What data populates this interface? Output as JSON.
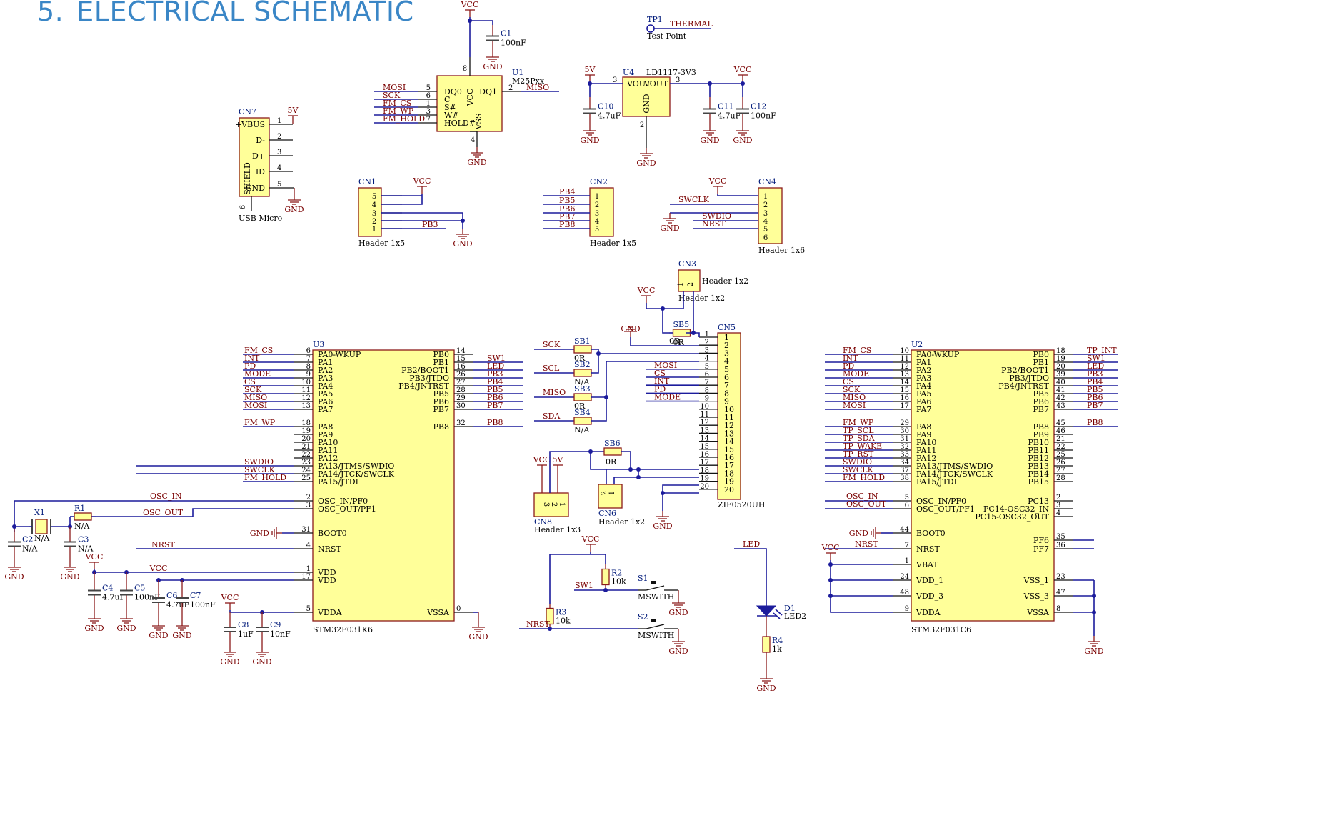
{
  "heading": {
    "number": "5.",
    "title": "ELECTRICAL SCHEMATIC"
  },
  "u3": {
    "ref": "U3",
    "part": "STM32F031K6",
    "left": [
      [
        "6",
        "PA0-WKUP",
        "FM_CS"
      ],
      [
        "7",
        "PA1",
        "INT"
      ],
      [
        "8",
        "PA2",
        "PD"
      ],
      [
        "9",
        "PA3",
        "MODE"
      ],
      [
        "10",
        "PA4",
        "CS"
      ],
      [
        "11",
        "PA5",
        "SCK"
      ],
      [
        "12",
        "PA6",
        "MISO"
      ],
      [
        "13",
        "PA7",
        "MOSI"
      ],
      [
        "18",
        "PA8",
        "FM_WP"
      ],
      [
        "19",
        "PA9",
        ""
      ],
      [
        "20",
        "PA10",
        ""
      ],
      [
        "21",
        "PA11",
        ""
      ],
      [
        "22",
        "PA12",
        ""
      ],
      [
        "23",
        "PA13/JTMS/SWDIO",
        "SWDIO"
      ],
      [
        "24",
        "PA14/JTCK/SWCLK",
        "SWCLK"
      ],
      [
        "25",
        "PA15/JTDI",
        "FM_HOLD"
      ]
    ],
    "right": [
      [
        "14",
        "PB0",
        ""
      ],
      [
        "15",
        "PB1",
        "SW1"
      ],
      [
        "16",
        "PB2/BOOT1",
        "LED"
      ],
      [
        "26",
        "PB3/JTDO",
        "PB3"
      ],
      [
        "27",
        "PB4/JNTRST",
        "PB4"
      ],
      [
        "28",
        "PB5",
        "PB5"
      ],
      [
        "29",
        "PB6",
        "PB6"
      ],
      [
        "30",
        "PB7",
        "PB7"
      ],
      [
        "32",
        "PB8",
        "PB8"
      ]
    ],
    "extra": [
      [
        "2",
        "OSC_IN/PF0",
        "OSC_IN"
      ],
      [
        "3",
        "OSC_OUT/PF1",
        "OSC_OUT"
      ],
      [
        "31",
        "BOOT0",
        "GND"
      ],
      [
        "4",
        "NRST",
        "NRST"
      ],
      [
        "1",
        "VDD",
        "VCC"
      ],
      [
        "17",
        "VDD",
        ""
      ],
      [
        "5",
        "VDDA",
        ""
      ],
      [
        "0",
        "VSSA",
        "GND"
      ]
    ]
  },
  "u2": {
    "ref": "U2",
    "part": "STM32F031C6",
    "left": [
      [
        "10",
        "PA0-WKUP",
        "FM_CS"
      ],
      [
        "11",
        "PA1",
        "INT"
      ],
      [
        "12",
        "PA2",
        "PD"
      ],
      [
        "13",
        "PA3",
        "MODE"
      ],
      [
        "14",
        "PA4",
        "CS"
      ],
      [
        "15",
        "PA5",
        "SCK"
      ],
      [
        "16",
        "PA6",
        "MISO"
      ],
      [
        "17",
        "PA7",
        "MOSI"
      ],
      [
        "29",
        "PA8",
        "FM_WP"
      ],
      [
        "30",
        "PA9",
        "TP_SCL"
      ],
      [
        "31",
        "PA10",
        "TP_SDA"
      ],
      [
        "32",
        "PA11",
        "TP_WAKE"
      ],
      [
        "33",
        "PA12",
        "TP_RST"
      ],
      [
        "34",
        "PA13/JTMS/SWDIO",
        "SWDIO"
      ],
      [
        "37",
        "PA14/JTCK/SWCLK",
        "SWCLK"
      ],
      [
        "38",
        "PA15/JTDI",
        "FM_HOLD"
      ]
    ],
    "right": [
      [
        "18",
        "PB0",
        "TP_INT"
      ],
      [
        "19",
        "PB1",
        "SW1"
      ],
      [
        "20",
        "PB2/BOOT1",
        "LED"
      ],
      [
        "39",
        "PB3/JTDO",
        "PB3"
      ],
      [
        "40",
        "PB4/JNTRST",
        "PB4"
      ],
      [
        "41",
        "PB5",
        "PB5"
      ],
      [
        "42",
        "PB6",
        "PB6"
      ],
      [
        "43",
        "PB7",
        "PB7"
      ],
      [
        "45",
        "PB8",
        "PB8"
      ],
      [
        "46",
        "PB9",
        ""
      ],
      [
        "21",
        "PB10",
        ""
      ],
      [
        "22",
        "PB11",
        ""
      ],
      [
        "25",
        "PB12",
        ""
      ],
      [
        "26",
        "PB13",
        ""
      ],
      [
        "27",
        "PB14",
        ""
      ],
      [
        "28",
        "PB15",
        ""
      ]
    ],
    "osc": [
      [
        "5",
        "OSC_IN/PF0",
        "OSC_IN"
      ],
      [
        "6",
        "OSC_OUT/PF1",
        "OSC_OUT"
      ]
    ],
    "pc": [
      [
        "2",
        "PC13"
      ],
      [
        "3",
        "PC14-OSC32_IN"
      ],
      [
        "4",
        "PC15-OSC32_OUT"
      ]
    ],
    "misc": [
      [
        "44",
        "BOOT0",
        "GND"
      ],
      [
        "7",
        "NRST",
        "NRST"
      ],
      [
        "1",
        "VBAT",
        "VCC"
      ],
      [
        "24",
        "VDD_1",
        ""
      ],
      [
        "48",
        "VDD_3",
        ""
      ],
      [
        "9",
        "VDDA",
        ""
      ]
    ],
    "misc_r": [
      [
        "35",
        "PF6"
      ],
      [
        "36",
        "PF7"
      ],
      [
        "23",
        "VSS_1"
      ],
      [
        "47",
        "VSS_3"
      ],
      [
        "8",
        "VSSA"
      ]
    ]
  },
  "u1": {
    "ref": "U1",
    "part": "M25Pxx",
    "pins": [
      [
        "5",
        "DQ0",
        "MOSI"
      ],
      [
        "6",
        "C",
        "SCK"
      ],
      [
        "1",
        "S#",
        "FM_CS"
      ],
      [
        "3",
        "W#",
        "FM_WP"
      ],
      [
        "7",
        "HOLD#",
        "FM_HOLD"
      ]
    ],
    "dq1": [
      "2",
      "DQ1",
      "MISO"
    ],
    "vcc": [
      "8",
      "VCC"
    ],
    "vss": [
      "4",
      "VSS"
    ]
  },
  "u4": {
    "ref": "U4",
    "part": "LD1117-3V3",
    "vin": "VOUT",
    "vout": "VOUT",
    "gnd": "GND",
    "p_in": "3",
    "p_out": "3",
    "p_gnd": "2"
  },
  "cn7": {
    "ref": "CN7",
    "part": "USB Micro",
    "pins": [
      [
        "1",
        "+VBUS"
      ],
      [
        "2",
        "D-"
      ],
      [
        "3",
        "D+"
      ],
      [
        "4",
        "ID"
      ],
      [
        "5",
        "GND"
      ]
    ],
    "shield": "SHIELD",
    "shield_pin": "6"
  },
  "cn1": {
    "ref": "CN1",
    "part": "Header 1x5",
    "pins": [
      "5",
      "4",
      "3",
      "2",
      "1"
    ],
    "net": "PB3"
  },
  "cn2": {
    "ref": "CN2",
    "part": "Header 1x5",
    "pins": [
      "1",
      "2",
      "3",
      "4",
      "5"
    ],
    "nets": [
      "PB4",
      "PB5",
      "PB6",
      "PB7",
      "PB8"
    ]
  },
  "cn4": {
    "ref": "CN4",
    "part": "Header 1x6",
    "pins": [
      "1",
      "2",
      "3",
      "4",
      "5",
      "6"
    ],
    "nets": [
      "SWCLK",
      "SWDIO",
      "NRST"
    ]
  },
  "cn3": {
    "ref": "CN3",
    "part": "Header 1x2",
    "pins": [
      "1",
      "2"
    ]
  },
  "cn5": {
    "ref": "CN5",
    "part": "ZIF0520UH",
    "pins": [
      "1",
      "2",
      "3",
      "4",
      "5",
      "6",
      "7",
      "8",
      "9",
      "10",
      "11",
      "12",
      "13",
      "14",
      "15",
      "16",
      "17",
      "18",
      "19",
      "20"
    ],
    "nets": [
      "MOSI",
      "CS",
      "INT",
      "PD",
      "MODE"
    ]
  },
  "cn8": {
    "ref": "CN8",
    "part": "Header 1x3",
    "pins": [
      "3",
      "2",
      "1"
    ]
  },
  "cn6": {
    "ref": "CN6",
    "part": "Header 1x2",
    "pins": [
      "2",
      "1"
    ]
  },
  "tp1": {
    "ref": "TP1",
    "part": "Test Point",
    "net": "THERMAL"
  },
  "sb": [
    [
      "SB1",
      "0R",
      "SCK"
    ],
    [
      "SB2",
      "N/A",
      "SCL"
    ],
    [
      "SB3",
      "0R",
      "MISO"
    ],
    [
      "SB4",
      "N/A",
      "SDA"
    ],
    [
      "SB5",
      "0R",
      ""
    ],
    [
      "SB6",
      "0R",
      ""
    ]
  ],
  "caps": [
    [
      "C1",
      "100nF"
    ],
    [
      "C2",
      "N/A"
    ],
    [
      "C3",
      "N/A"
    ],
    [
      "C4",
      "4.7uF"
    ],
    [
      "C5",
      "100nF"
    ],
    [
      "C6",
      "4.7uF"
    ],
    [
      "C7",
      "100nF"
    ],
    [
      "C8",
      "1uF"
    ],
    [
      "C9",
      "10nF"
    ],
    [
      "C10",
      "4.7uF"
    ],
    [
      "C11",
      "4.7uF"
    ],
    [
      "C12",
      "100nF"
    ]
  ],
  "res": [
    [
      "R1",
      "N/A"
    ],
    [
      "R2",
      "10k"
    ],
    [
      "R3",
      "10k"
    ],
    [
      "R4",
      "1k"
    ]
  ],
  "x1": {
    "ref": "X1",
    "val": "N/A"
  },
  "switches": [
    [
      "S1",
      "MSWITH",
      "SW1"
    ],
    [
      "S2",
      "MSWITH",
      "NRST"
    ]
  ],
  "led": {
    "ref": "D1",
    "part": "LED2",
    "net": "LED"
  },
  "power": {
    "vcc": "VCC",
    "gnd": "GND",
    "v5": "5V"
  },
  "colors": {
    "wire": "#1c1c9c",
    "body": "#ffff99",
    "outline": "#8b1a1a",
    "net": "#7a0000",
    "title": "#3a86c6"
  }
}
